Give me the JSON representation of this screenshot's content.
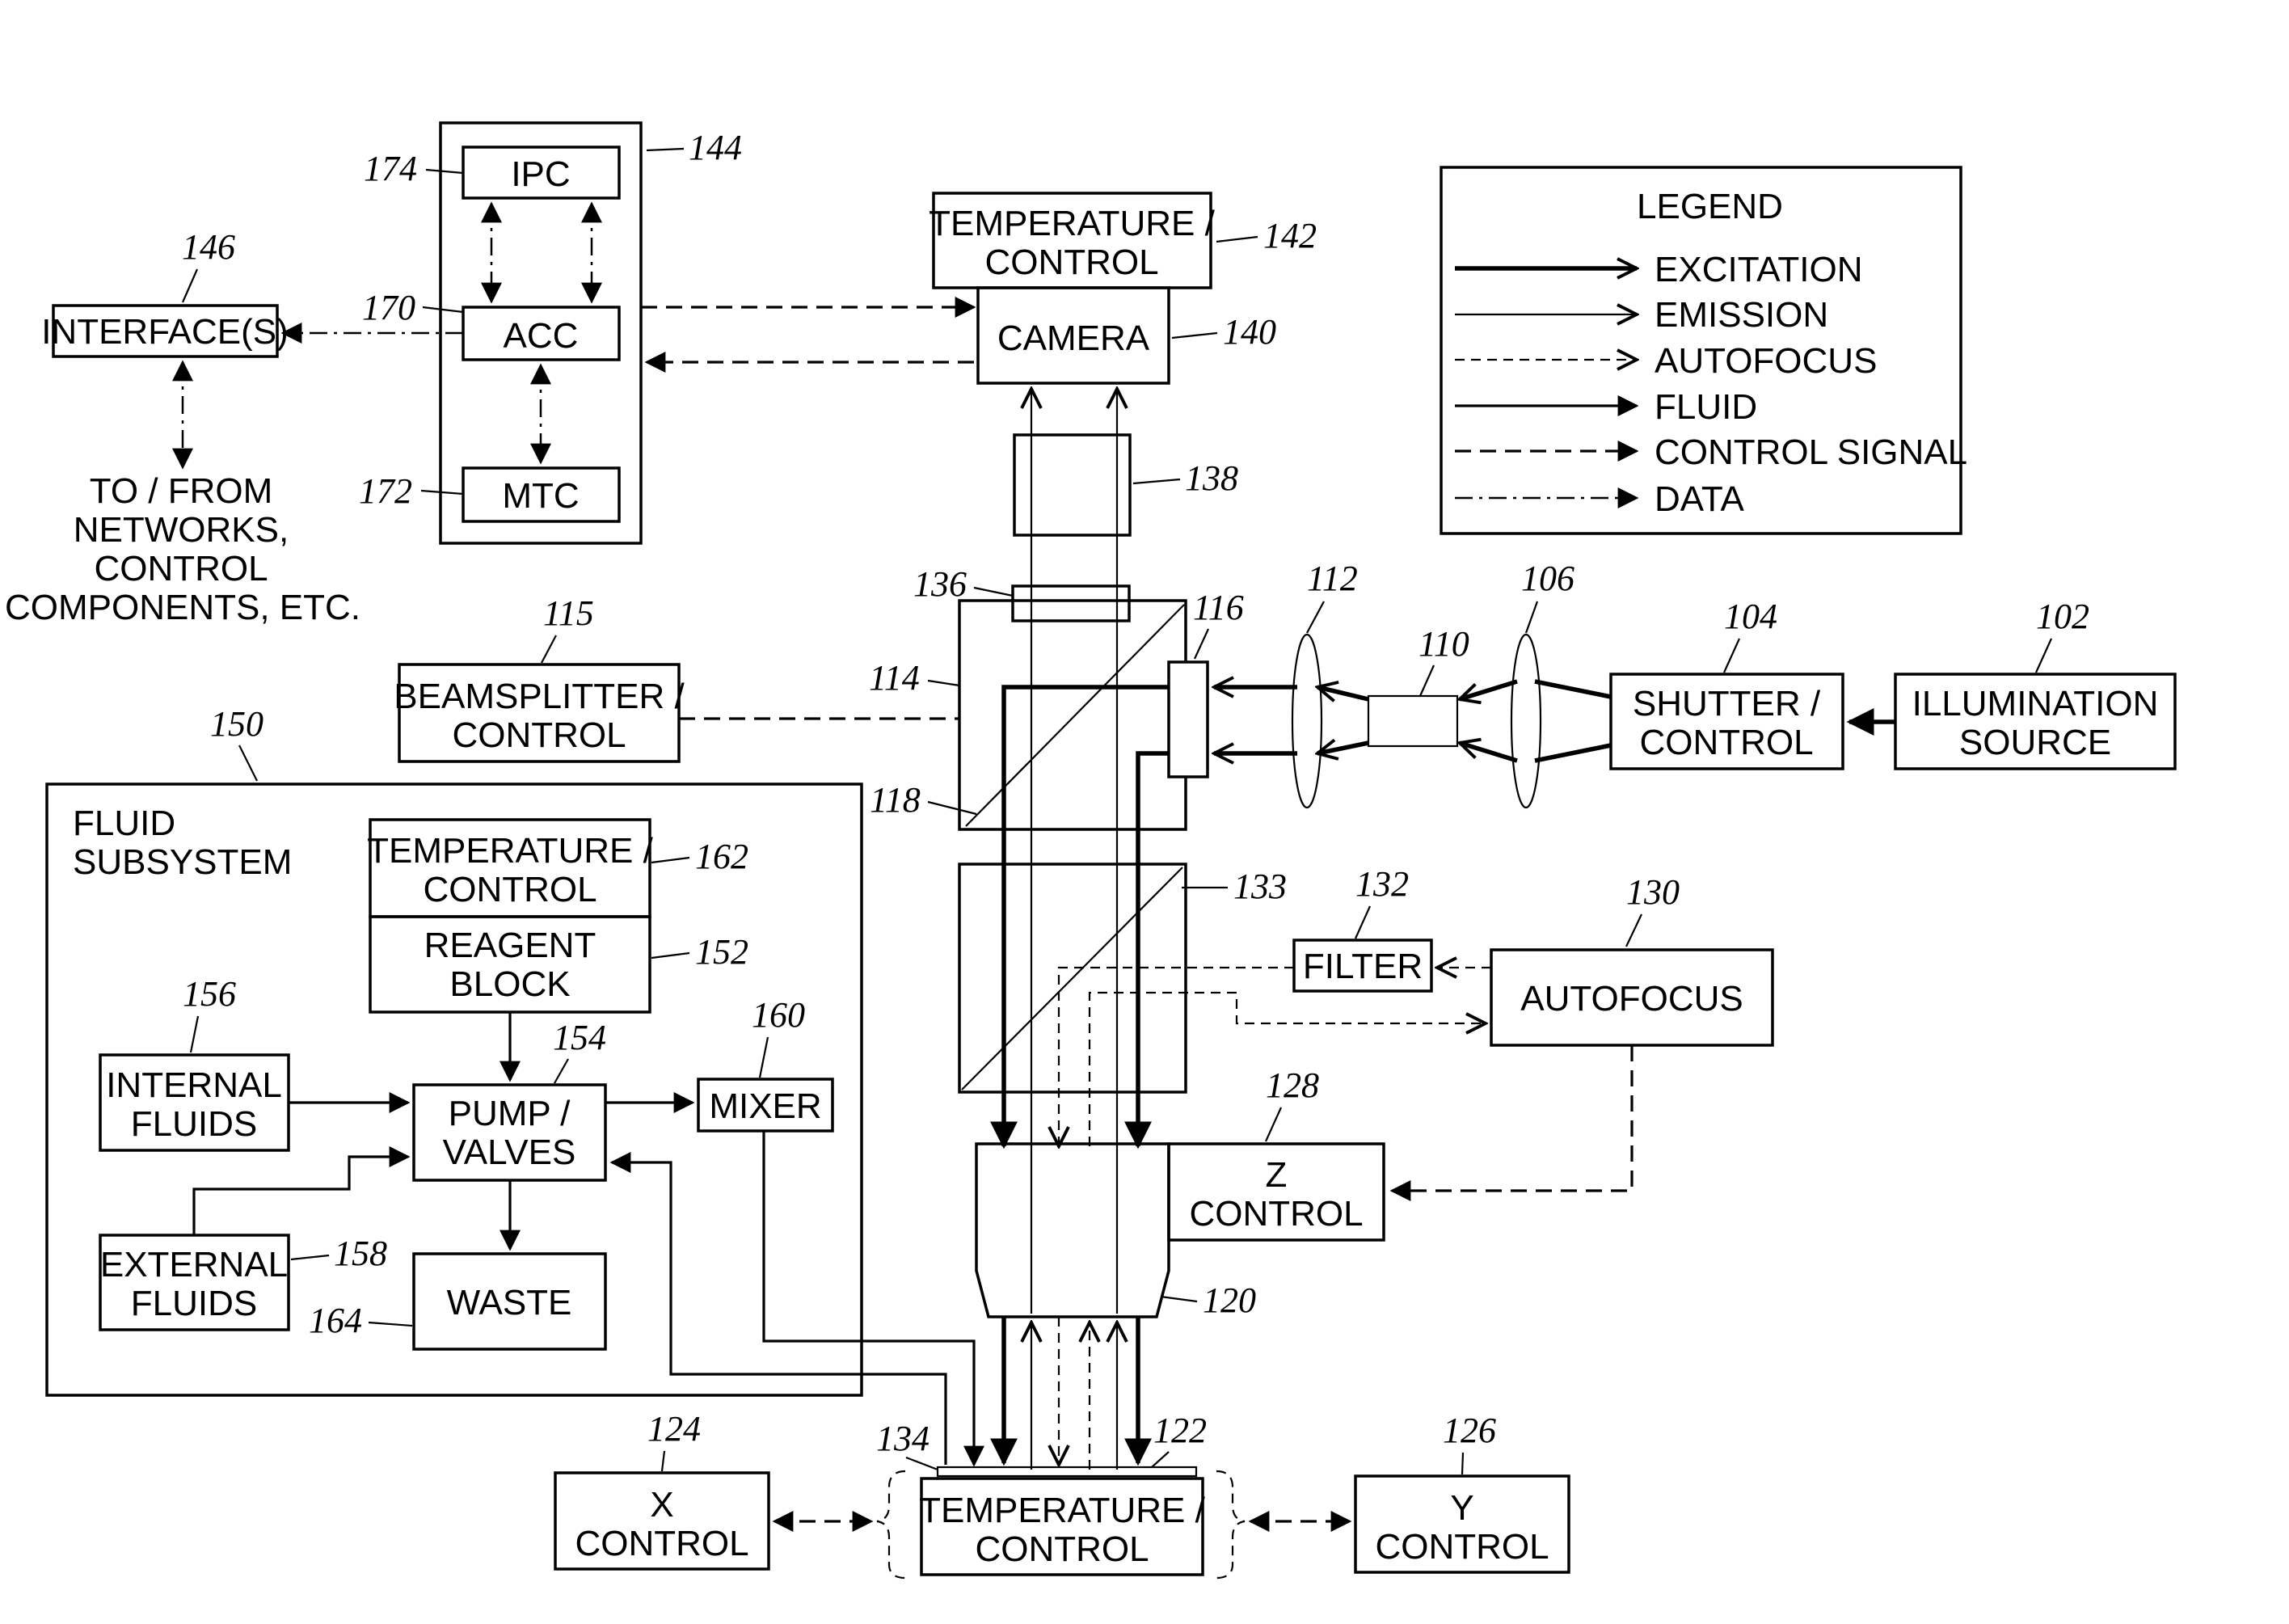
{
  "legend": {
    "title": "LEGEND",
    "items": [
      {
        "style": "excitation",
        "label": "EXCITATION"
      },
      {
        "style": "emission",
        "label": "EMISSION"
      },
      {
        "style": "autofocus",
        "label": "AUTOFOCUS"
      },
      {
        "style": "fluid",
        "label": "FLUID"
      },
      {
        "style": "control-signal",
        "label": "CONTROL SIGNAL"
      },
      {
        "style": "data",
        "label": "DATA"
      }
    ]
  },
  "blocks": {
    "ipc": "IPC",
    "acc": "ACC",
    "mtc": "MTC",
    "interface": "INTERFACE(S)",
    "networks": [
      "TO / FROM",
      "NETWORKS,",
      "CONTROL",
      "COMPONENTS, ETC."
    ],
    "cam_temp": [
      "TEMPERATURE /",
      "CONTROL"
    ],
    "camera": "CAMERA",
    "beamsplitter": [
      "BEAMSPLITTER /",
      "CONTROL"
    ],
    "shutter": [
      "SHUTTER /",
      "CONTROL"
    ],
    "illumination": [
      "ILLUMINATION",
      "SOURCE"
    ],
    "fluid_subsystem": [
      "FLUID",
      "SUBSYSTEM"
    ],
    "reagent_temp": [
      "TEMPERATURE /",
      "CONTROL"
    ],
    "reagent": [
      "REAGENT",
      "BLOCK"
    ],
    "internal": [
      "INTERNAL",
      "FLUIDS"
    ],
    "pump": [
      "PUMP /",
      "VALVES"
    ],
    "mixer": "MIXER",
    "external": [
      "EXTERNAL",
      "FLUIDS"
    ],
    "waste": "WASTE",
    "filter": "FILTER",
    "autofocus": "AUTOFOCUS",
    "zcontrol": [
      "Z",
      "CONTROL"
    ],
    "xcontrol": [
      "X",
      "CONTROL"
    ],
    "stage_temp": [
      "TEMPERATURE /",
      "CONTROL"
    ],
    "ycontrol": [
      "Y",
      "CONTROL"
    ]
  },
  "refs": {
    "r102": "102",
    "r104": "104",
    "r106": "106",
    "r110": "110",
    "r112": "112",
    "r114": "114",
    "r115": "115",
    "r116": "116",
    "r118": "118",
    "r120": "120",
    "r122": "122",
    "r124": "124",
    "r126": "126",
    "r128": "128",
    "r130": "130",
    "r132": "132",
    "r133": "133",
    "r134": "134",
    "r136": "136",
    "r138": "138",
    "r140": "140",
    "r142": "142",
    "r144": "144",
    "r146": "146",
    "r150": "150",
    "r152": "152",
    "r154": "154",
    "r156": "156",
    "r158": "158",
    "r160": "160",
    "r162": "162",
    "r164": "164",
    "r170": "170",
    "r172": "172",
    "r174": "174"
  }
}
